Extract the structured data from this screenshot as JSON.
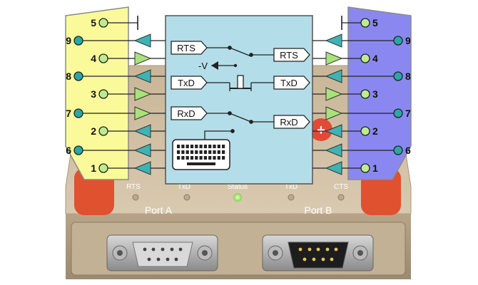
{
  "left_pins": [
    {
      "num": "5",
      "kind": "ground"
    },
    {
      "num": "9",
      "kind": "in"
    },
    {
      "num": "4",
      "kind": "out"
    },
    {
      "num": "8",
      "kind": "in"
    },
    {
      "num": "3",
      "kind": "out"
    },
    {
      "num": "7",
      "kind": "out"
    },
    {
      "num": "2",
      "kind": "in"
    },
    {
      "num": "6",
      "kind": "in"
    },
    {
      "num": "1",
      "kind": "in"
    }
  ],
  "right_pins": [
    {
      "num": "5",
      "kind": "ground"
    },
    {
      "num": "9",
      "kind": "out"
    },
    {
      "num": "4",
      "kind": "in"
    },
    {
      "num": "8",
      "kind": "out"
    },
    {
      "num": "3",
      "kind": "in"
    },
    {
      "num": "7",
      "kind": "in"
    },
    {
      "num": "2",
      "kind": "out"
    },
    {
      "num": "6",
      "kind": "out"
    },
    {
      "num": "1",
      "kind": "out"
    }
  ],
  "signals": {
    "rts_in": "RTS",
    "rts_out": "RTS",
    "neg_v": "-V",
    "txd_in": "TxD",
    "txd_out": "TxD",
    "rxd_in": "RxD",
    "rxd_out": "RxD"
  },
  "device": {
    "led_labels": [
      "RTS",
      "TxD",
      "Status",
      "TxD",
      "CTS"
    ],
    "port_a": "Port A",
    "port_b": "Port B"
  },
  "colors": {
    "left_connector": "#fafa9a",
    "right_connector": "#8a88f0",
    "circuit_panel": "#b3dde9",
    "arrow_green": "#a8e27a",
    "arrow_teal": "#3fb3b3",
    "pin_light": "#bdec8e",
    "pin_teal": "#2ca6a6",
    "housing": "#d0bea2"
  }
}
